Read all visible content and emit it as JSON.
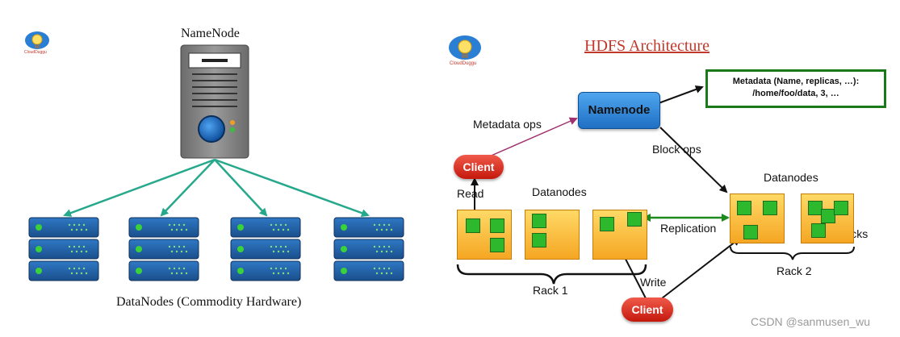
{
  "left": {
    "namenode_label": "NameNode",
    "datanodes_label": "DataNodes (Commodity Hardware)",
    "logo_text": "CloudDuggu"
  },
  "right": {
    "title": "HDFS Architecture",
    "namenode_label": "Namenode",
    "metadata_box": {
      "line1": "Metadata (Name, replicas, …):",
      "line2": "/home/foo/data, 3, …"
    },
    "metadata_ops_label": "Metadata ops",
    "block_ops_label": "Block ops",
    "client_label": "Client",
    "read_label": "Read",
    "write_label": "Write",
    "datanodes_left_label": "Datanodes",
    "datanodes_right_label": "Datanodes",
    "replication_label": "Replication",
    "blocks_label": "Blocks",
    "rack1_label": "Rack 1",
    "rack2_label": "Rack 2",
    "logo_text": "CloudDuggu"
  },
  "watermark": "CSDN @sanmusen_wu",
  "colors": {
    "teal_arrow": "#26a88c",
    "server_blue": "#1e5a9c",
    "namenode_blue": "#2a86d8",
    "client_red": "#d9261a",
    "block_green": "#2eb82e",
    "node_orange": "#f5a623",
    "metadata_border": "#1a7a1a",
    "title_red": "#c0392b"
  }
}
